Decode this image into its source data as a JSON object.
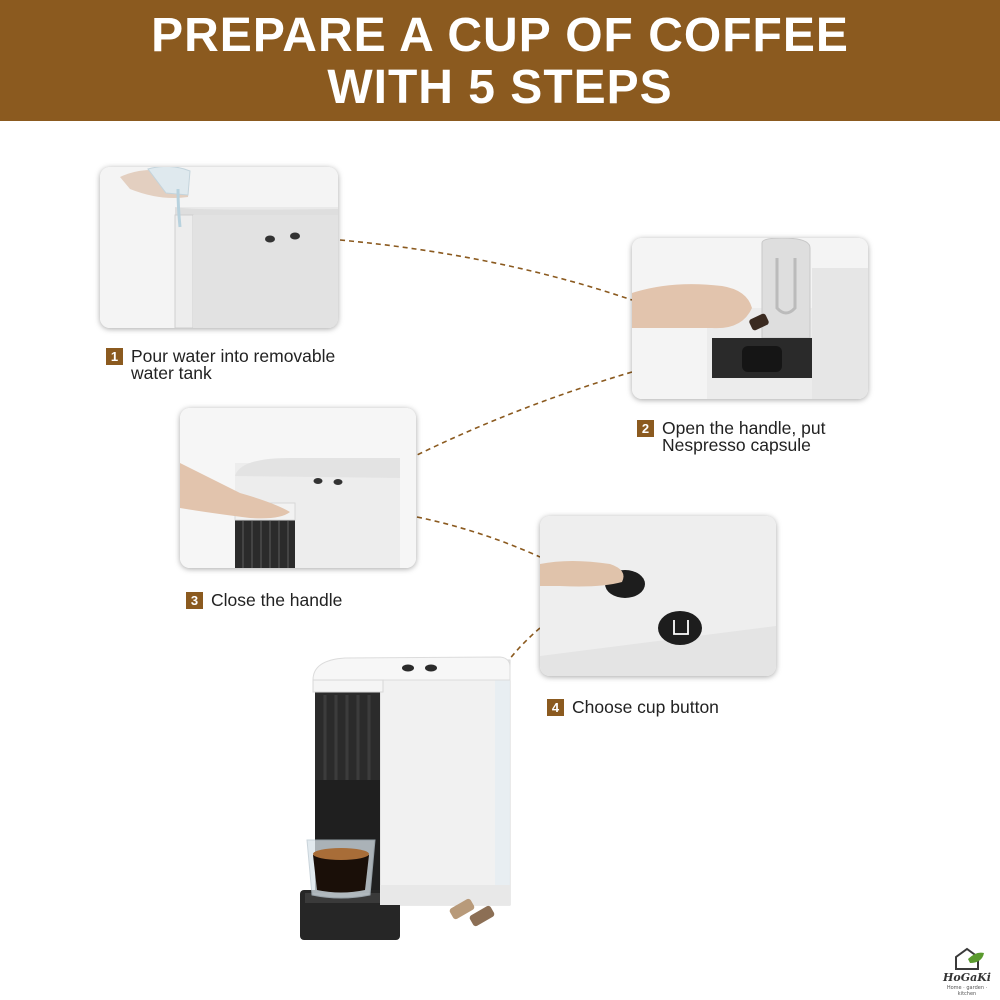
{
  "banner": {
    "line1": "PREPARE A CUP OF COFFEE",
    "line2": "WITH 5 STEPS",
    "color": "#8b5a1f"
  },
  "steps": [
    {
      "number": "1",
      "line1": "Pour water into removable",
      "line2": "water tank"
    },
    {
      "number": "2",
      "line1": "Open the handle, put",
      "line2": "Nespresso capsule"
    },
    {
      "number": "3",
      "line1": "Close the handle",
      "line2": ""
    },
    {
      "number": "4",
      "line1": "Choose cup button",
      "line2": ""
    }
  ],
  "logo": {
    "name": "HoGaKi",
    "tagline": "Home · garden · kitchen",
    "icon": "house-leaf-icon"
  }
}
